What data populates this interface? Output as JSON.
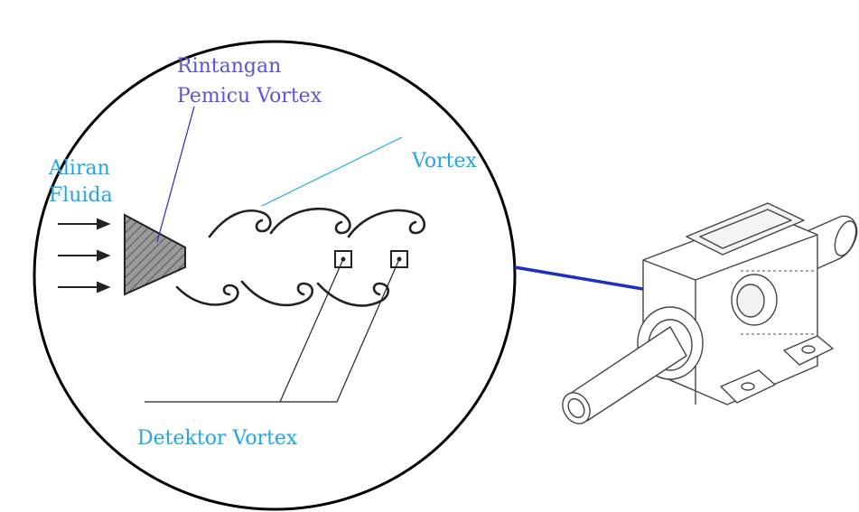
{
  "labels": {
    "rintangan_line1": "Rintangan",
    "rintangan_line2": "Pemicu Vortex",
    "aliran_line1": "Aliran",
    "aliran_line2": "Fluida",
    "vortex": "Vortex",
    "detektor": "Detektor Vortex"
  },
  "colors": {
    "label_dark_blue": "#5b55d6",
    "label_light_blue": "#1ea7e6",
    "connector_blue": "#1f2fbf",
    "outline": "#111111"
  }
}
